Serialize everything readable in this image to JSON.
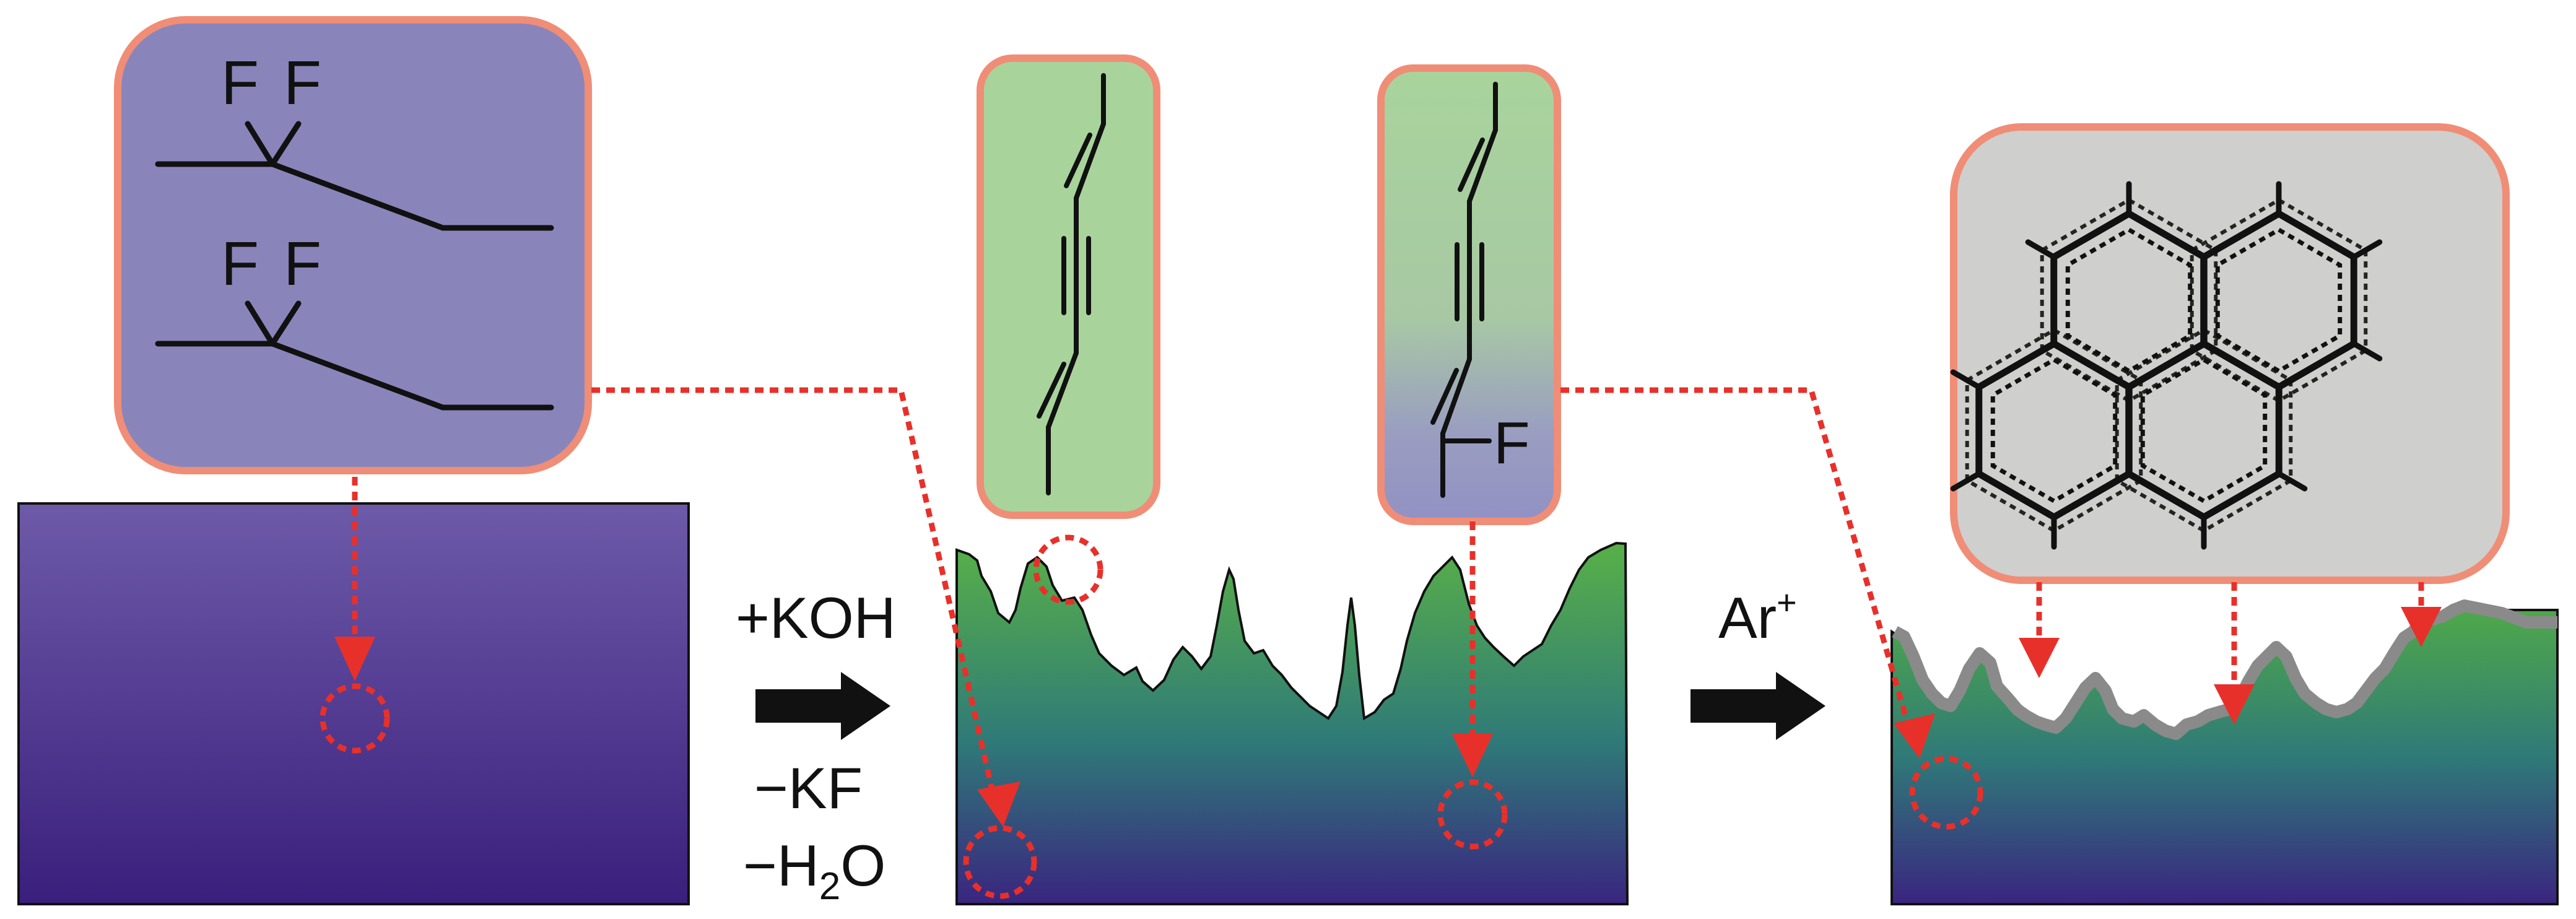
{
  "reagents": {
    "koh_label": "+KOH",
    "kf_label": "−KF",
    "water_prefix": "−H",
    "water_subscript": "2",
    "water_suffix": "O",
    "argon_label": "Ar",
    "argon_superscript": "+"
  },
  "ptfe_callout": {
    "fluorine_label": "F"
  },
  "defluorinated_callout": {
    "fluorine_label": "F"
  },
  "colors": {
    "ptfe_callout_fill": "#8985bb",
    "callout_border": "#f08d77",
    "dashed_red": "#e8302a",
    "arrow_red": "#e8302a",
    "polyyne_callout_fill": "#a8d49c",
    "graphite_callout_fill": "#cfcfcd",
    "substrate_top": "#6d5aa8",
    "substrate_bottom": "#3a1f7c",
    "carbon_green": "#58b048",
    "carbon_teal": "#2f7a78",
    "carbon_base": "#3a2580",
    "gray_coating": "#8a8a8a",
    "reaction_arrow": "#111111"
  }
}
